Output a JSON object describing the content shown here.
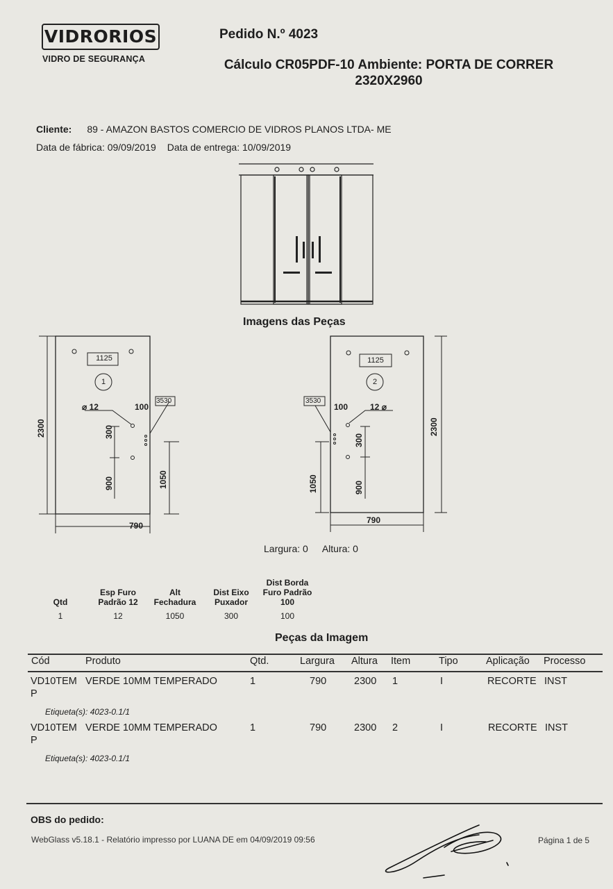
{
  "header": {
    "logo_text": "VIDRORIOS",
    "logo_subtitle": "VIDRO DE SEGURANÇA",
    "order_number": "Pedido N.º 4023",
    "calc_title_line1": "Cálculo CR05PDF-10 Ambiente: PORTA DE CORRER",
    "calc_title_line2": "2320X2960"
  },
  "client": {
    "label": "Cliente:",
    "value": "89 - AMAZON BASTOS COMERCIO DE VIDROS PLANOS LTDA- ME",
    "fabrication_date": "Data de fábrica: 09/09/2019",
    "delivery_date": "Data de entrega: 10/09/2019"
  },
  "pieces_images": {
    "title": "Imagens das Peças",
    "piece1": {
      "top_label": "1125",
      "number": "1",
      "hole_label": "12",
      "edge_label": "100",
      "box_label": "3530",
      "spacing_label": "300",
      "lower_label": "900",
      "height_label": "2300",
      "handle_label": "1050",
      "width_label": "790"
    },
    "piece2": {
      "top_label": "1125",
      "number": "2",
      "hole_label": "12",
      "edge_label": "100",
      "box_label": "3530",
      "spacing_label": "300",
      "lower_label": "900",
      "height_label": "2300",
      "handle_label": "1050",
      "width_label": "790"
    }
  },
  "dimensions": {
    "largura": "Largura: 0",
    "altura": "Altura: 0"
  },
  "spec_table": {
    "headers": [
      "Qtd",
      "Esp Furo\nPadrão 12",
      "Alt\nFechadura",
      "Dist Eixo\nPuxador",
      "Dist Borda\nFuro Padrão\n100"
    ],
    "values": [
      "1",
      "12",
      "1050",
      "300",
      "100"
    ]
  },
  "pieces": {
    "title": "Peças da Imagem",
    "columns": [
      "Cód",
      "Produto",
      "Qtd.",
      "Largura",
      "Altura",
      "Item",
      "Tipo",
      "Aplicação",
      "Processo"
    ],
    "rows": [
      {
        "cod_line1": "VD10TEM",
        "cod_line2": "P",
        "produto": "VERDE 10MM TEMPERADO",
        "qtd": "1",
        "largura": "790",
        "altura": "2300",
        "item": "1",
        "tipo": "I",
        "aplicacao": "RECORTE",
        "processo": "INST",
        "etiqueta": "Etiqueta(s): 4023-0.1/1"
      },
      {
        "cod_line1": "VD10TEM",
        "cod_line2": "P",
        "produto": "VERDE 10MM TEMPERADO",
        "qtd": "1",
        "largura": "790",
        "altura": "2300",
        "item": "2",
        "tipo": "I",
        "aplicacao": "RECORTE",
        "processo": "INST",
        "etiqueta": "Etiqueta(s): 4023-0.1/1"
      }
    ]
  },
  "footer": {
    "obs_label": "OBS do pedido:",
    "report_text": "WebGlass v5.18.1 - Relatório impresso por LUANA DE em 04/09/2019 09:56",
    "page": "Página 1 de 5"
  }
}
